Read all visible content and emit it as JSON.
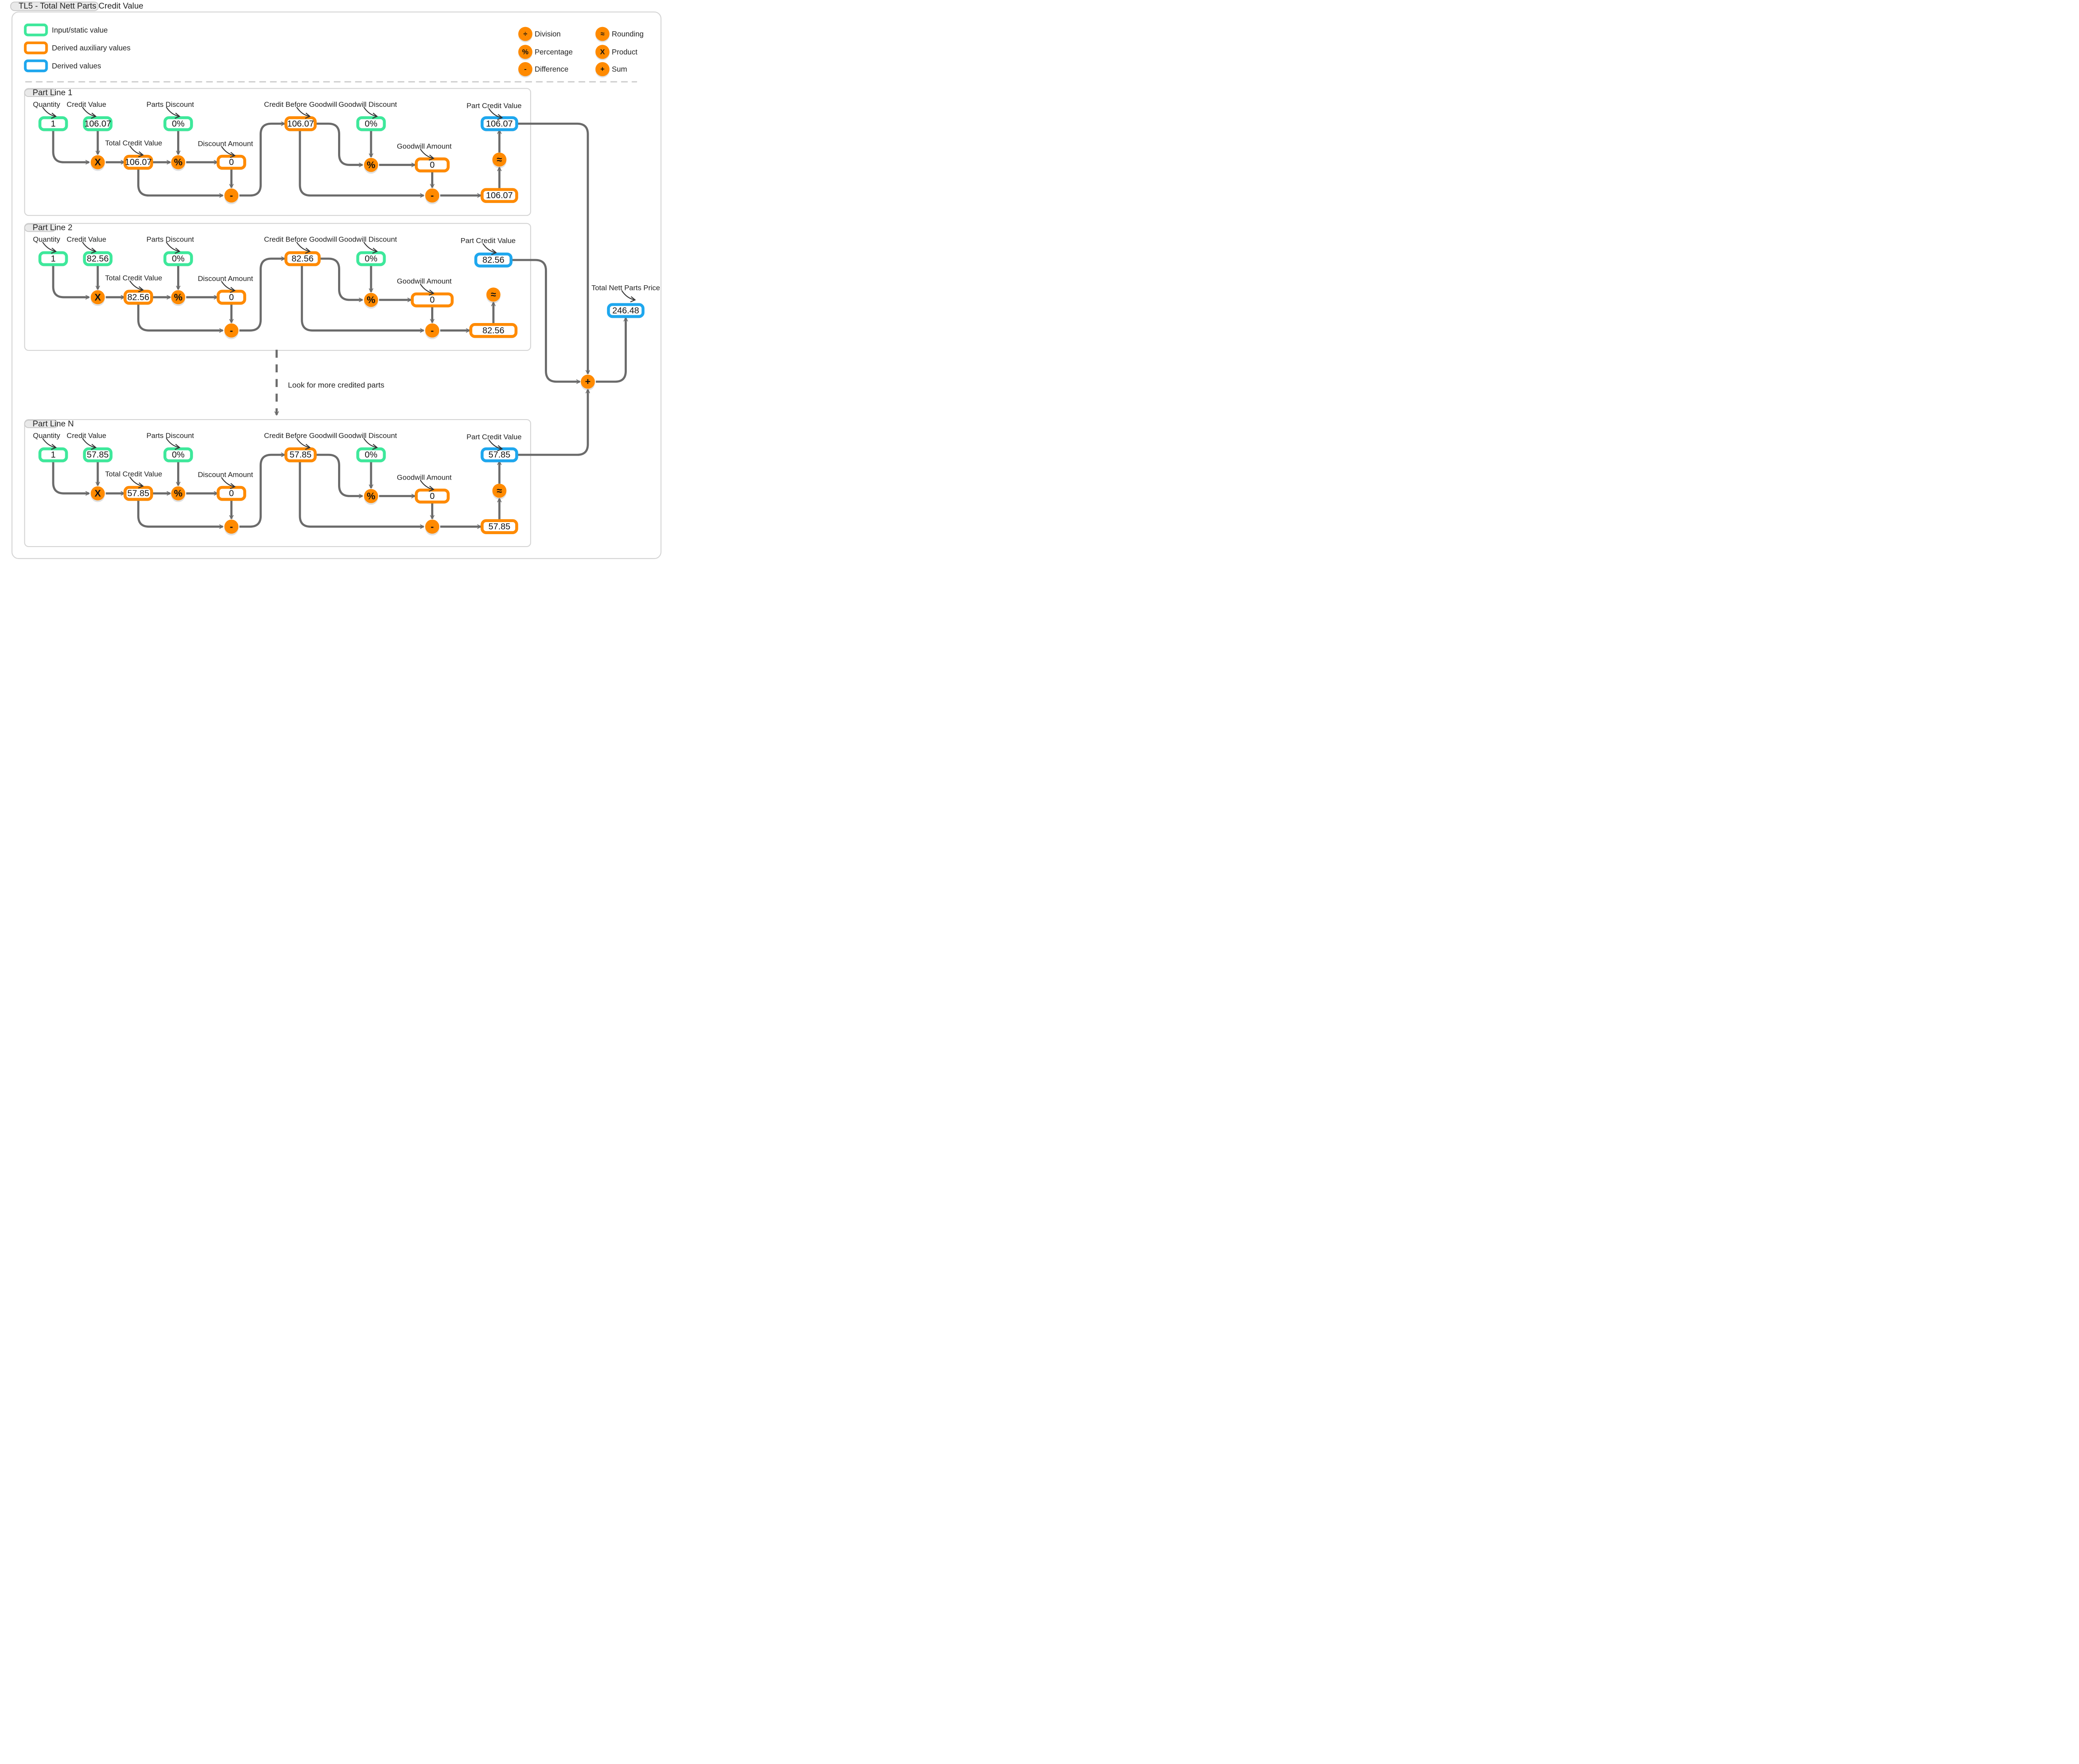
{
  "diagram_title": "TL5 - Total Nett Parts Credit Value",
  "colors": {
    "input": "#3ee89b",
    "auxiliary": "#ff8a00",
    "derived": "#1ea7ee",
    "operator": "#ff8a00",
    "connector": "#6b6b6b",
    "frame": "#d4d4d4"
  },
  "legend": {
    "box_items": [
      {
        "kind": "input",
        "label": "Input/static value"
      },
      {
        "kind": "auxiliary",
        "label": "Derived auxiliary values"
      },
      {
        "kind": "derived",
        "label": "Derived values"
      }
    ],
    "operators": [
      {
        "symbol": "÷",
        "label": "Division"
      },
      {
        "symbol": "%",
        "label": "Percentage"
      },
      {
        "symbol": "-",
        "label": "Difference"
      },
      {
        "symbol": "≈",
        "label": "Rounding"
      },
      {
        "symbol": "X",
        "label": "Product"
      },
      {
        "symbol": "+",
        "label": "Sum"
      }
    ]
  },
  "labels": {
    "quantity": "Quantity",
    "credit_value": "Credit Value",
    "parts_discount": "Parts Discount",
    "total_credit_value": "Total Credit Value",
    "discount_amount": "Discount Amount",
    "credit_before_goodwill": "Credit Before Goodwill",
    "goodwill_discount": "Goodwill Discount",
    "goodwill_amount": "Goodwill Amount",
    "part_credit_value": "Part Credit Value"
  },
  "operator_symbols": {
    "product": "X",
    "percentage": "%",
    "difference": "-",
    "rounding": "≈",
    "sum": "+"
  },
  "part_lines": [
    {
      "title": "Part Line 1",
      "quantity": "1",
      "credit_value": "106.07",
      "parts_discount": "0%",
      "total_credit_value": "106.07",
      "discount_amount": "0",
      "credit_before_goodwill": "106.07",
      "goodwill_discount": "0%",
      "goodwill_amount": "0",
      "after_goodwill": "106.07",
      "part_credit_value": "106.07"
    },
    {
      "title": "Part Line 2",
      "quantity": "1",
      "credit_value": "82.56",
      "parts_discount": "0%",
      "total_credit_value": "82.56",
      "discount_amount": "0",
      "credit_before_goodwill": "82.56",
      "goodwill_discount": "0%",
      "goodwill_amount": "0",
      "after_goodwill": "82.56",
      "part_credit_value": "82.56"
    },
    {
      "title": "Part Line N",
      "quantity": "1",
      "credit_value": "57.85",
      "parts_discount": "0%",
      "total_credit_value": "57.85",
      "discount_amount": "0",
      "credit_before_goodwill": "57.85",
      "goodwill_discount": "0%",
      "goodwill_amount": "0",
      "after_goodwill": "57.85",
      "part_credit_value": "57.85"
    }
  ],
  "look_for_more": "Look for more credited parts",
  "total": {
    "label": "Total Nett Parts Price",
    "value": "246.48"
  }
}
